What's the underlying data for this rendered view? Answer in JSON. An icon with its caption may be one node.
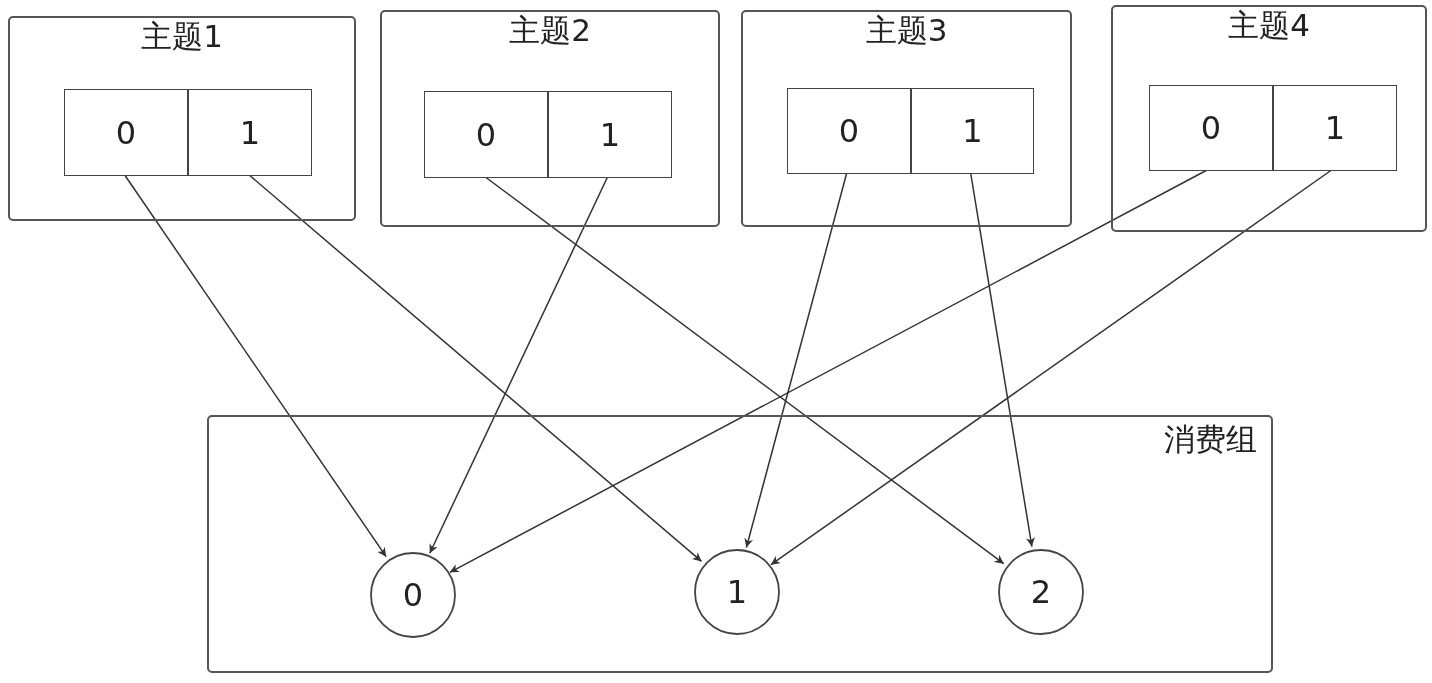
{
  "diagram": {
    "nodes": [
      {
        "text": [
          "主题1"
        ]
      },
      {
        "text": [
          "0"
        ],
        "in": 0
      },
      {
        "text": [
          "1"
        ],
        "in": 0
      },
      {
        "text": [
          "主题2"
        ]
      },
      {
        "text": [
          "0"
        ],
        "in": 3
      },
      {
        "text": [
          "1"
        ],
        "in": 3
      },
      {
        "text": [
          "主题3"
        ]
      },
      {
        "text": [
          "0"
        ],
        "in": 6
      },
      {
        "text": [
          "1"
        ],
        "in": 6
      },
      {
        "text": [
          "主题4"
        ]
      },
      {
        "text": [
          "0"
        ],
        "in": 9
      },
      {
        "text": [
          "1"
        ],
        "in": 9
      },
      {
        "text": [
          "消费组"
        ]
      },
      {
        "text": [
          "0"
        ],
        "in": 12
      },
      {
        "text": [
          "1"
        ],
        "in": 12
      },
      {
        "text": [
          "2"
        ],
        "in": 12
      }
    ],
    "edges": [
      {
        "from": 1,
        "to": 13,
        "arrow": "to"
      },
      {
        "from": 2,
        "to": 14,
        "arrow": "to"
      },
      {
        "from": 4,
        "to": 15,
        "arrow": "to"
      },
      {
        "from": 5,
        "to": 13,
        "arrow": "to"
      },
      {
        "from": 7,
        "to": 14,
        "arrow": "to"
      },
      {
        "from": 8,
        "to": 15,
        "arrow": "to"
      },
      {
        "from": 10,
        "to": 13,
        "arrow": "to"
      },
      {
        "from": 11,
        "to": 14,
        "arrow": "to"
      }
    ]
  }
}
